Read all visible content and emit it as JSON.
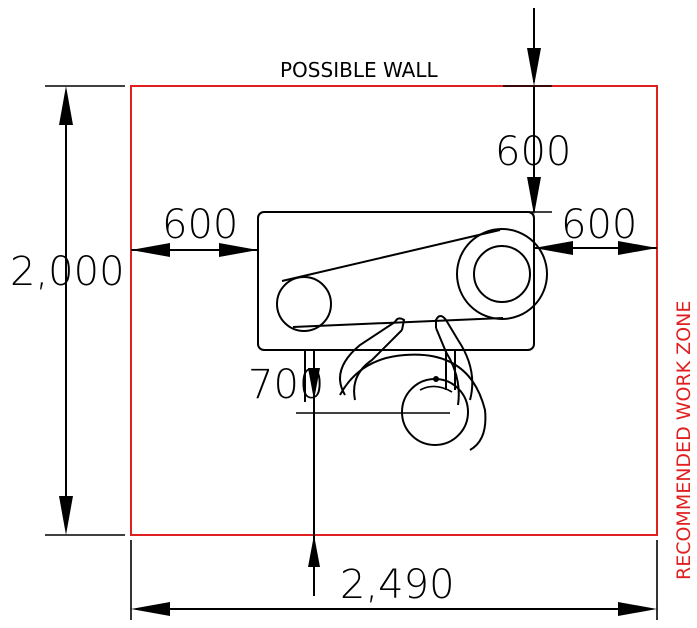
{
  "labels": {
    "wall": "POSSIBLE WALL",
    "zone": "RECOMMENDED WORK ZONE"
  },
  "dimensions": {
    "top_clearance": "600",
    "left_clearance": "600",
    "right_clearance": "600",
    "front_clearance": "700",
    "zone_depth": "2,000",
    "zone_width": "2,490"
  },
  "colors": {
    "zone_outline": "#e02020",
    "zone_label": "#e02020",
    "ink": "#000000"
  }
}
